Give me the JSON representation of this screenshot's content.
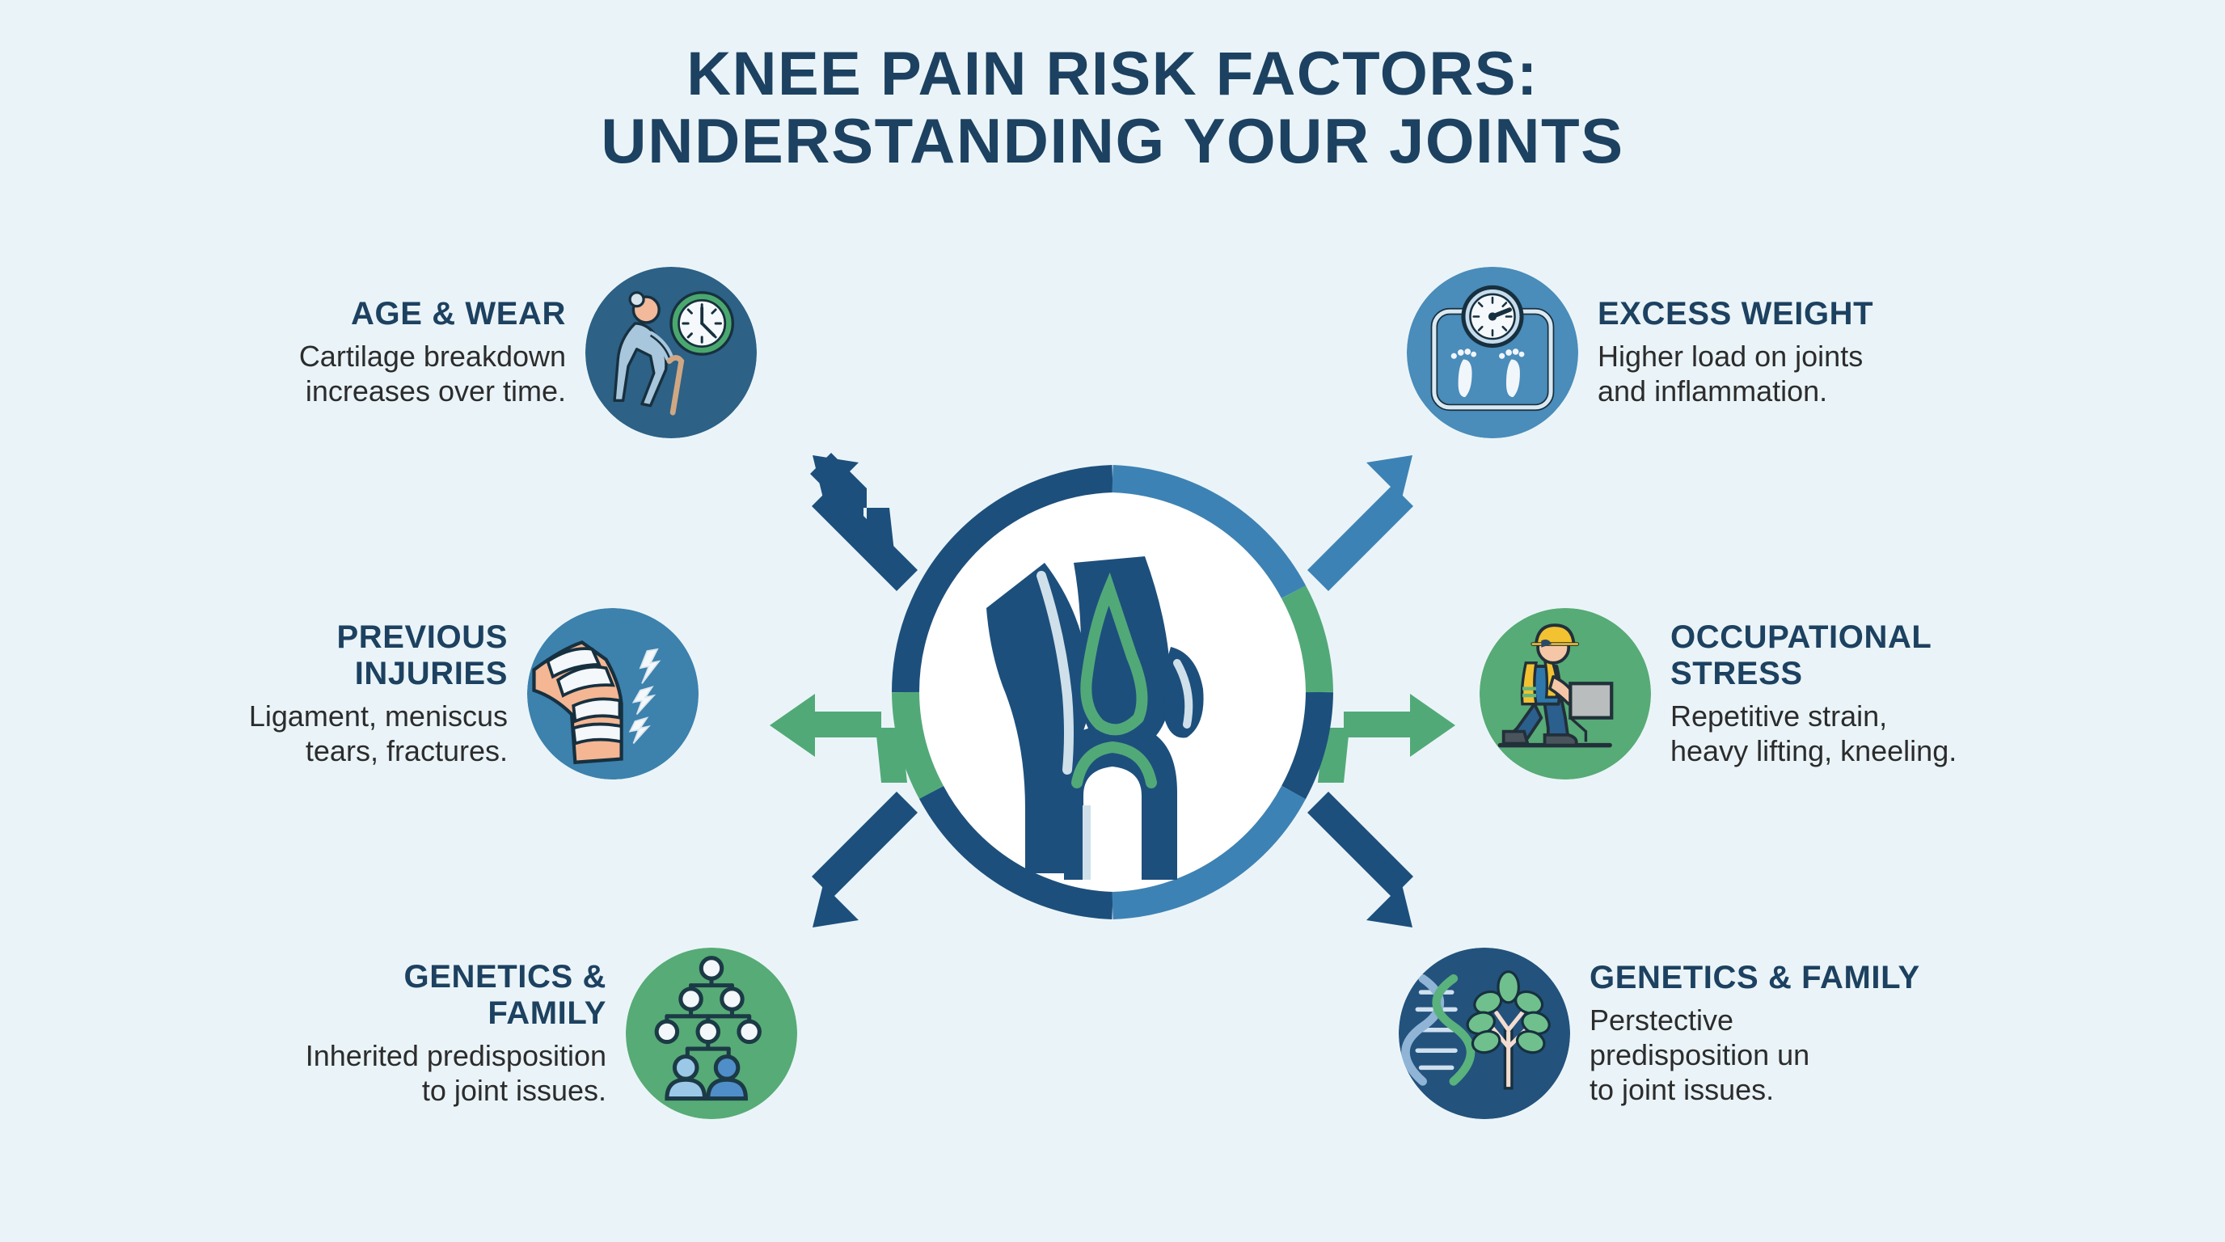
{
  "page": {
    "background_color": "#eaf4f8",
    "heading_color": "#1d4160",
    "body_text_color": "#2c2c2c"
  },
  "title": {
    "line1": "Knee Pain Risk Factors:",
    "line2": "Understanding Your Joints"
  },
  "hub": {
    "name": "knee-joint-diagram",
    "ring_color_dark": "#1d4f7c",
    "ring_color_mid": "#3d82b4",
    "ring_color_green": "#5bb07a",
    "bone_color": "#1d4f7c",
    "cartilage_color": "#5bb07a",
    "inner_disc_color": "#ffffff"
  },
  "arrows": {
    "top_left_color": "#1d4f7c",
    "top_right_color": "#3d82b4",
    "mid_left_color": "#5bb07a",
    "mid_right_color": "#5bb07a",
    "bottom_left_color": "#1d4f7c",
    "bottom_right_color": "#1d4f7c"
  },
  "factors": [
    {
      "id": "age-wear",
      "position": "top-left",
      "heading": "Age & Wear",
      "description": "Cartilage breakdown\nincreases over time.",
      "icon_name": "elderly-person-with-cane-and-clock-icon",
      "circle_color": "#2d6186"
    },
    {
      "id": "excess-weight",
      "position": "top-right",
      "heading": "Excess Weight",
      "description": "Higher load on joints\nand inflammation.",
      "icon_name": "bathroom-scale-icon",
      "circle_color": "#4a8cba"
    },
    {
      "id": "previous-injuries",
      "position": "mid-left",
      "heading": "Previous\nInjuries",
      "description": "Ligament, meniscus\ntears, fractures.",
      "icon_name": "bandaged-knee-icon",
      "circle_color": "#3d81ad"
    },
    {
      "id": "occupational-stress",
      "position": "mid-right",
      "heading": "Occupational\nStress",
      "description": "Repetitive strain,\nheavy lifting, kneeling.",
      "icon_name": "kneeling-worker-lifting-box-icon",
      "circle_color": "#57ab76"
    },
    {
      "id": "genetics-family-left",
      "position": "bottom-left",
      "heading": "Genetics &\nFamily",
      "description": "Inherited predisposition\nto joint issues.",
      "icon_name": "family-tree-icon",
      "circle_color": "#57ab76"
    },
    {
      "id": "genetics-family-right",
      "position": "bottom-right",
      "heading": "Genetics & Family",
      "description": "Perstective\npredisposition un\nto joint issues.",
      "icon_name": "dna-helix-and-tree-icon",
      "circle_color": "#23527c"
    }
  ]
}
